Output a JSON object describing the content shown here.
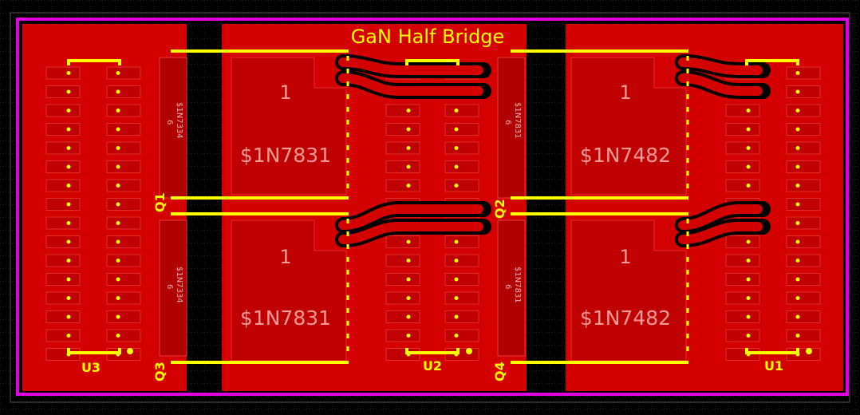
{
  "title": "GaN Half Bridge",
  "colors": {
    "background": "#000000",
    "grid": "#3a3a3a",
    "copper": "#d40000",
    "copper_dark": "#b00000",
    "silk": "#ffff00",
    "outline": "#e000e0",
    "pad_text": "#ff9a9a",
    "small_text": "#ffb0b0"
  },
  "modules": [
    {
      "pad_number": "1",
      "part_label": "$1N7831"
    },
    {
      "pad_number": "1",
      "part_label": "$1N7831"
    },
    {
      "pad_number": "1",
      "part_label": "$1N7482"
    },
    {
      "pad_number": "1",
      "part_label": "$1N7482"
    }
  ],
  "small_labels": [
    {
      "line1": "$1N7334",
      "line2": "6"
    },
    {
      "line1": "$1N7334",
      "line2": "6"
    },
    {
      "line1": "$1N7831",
      "line2": "6"
    },
    {
      "line1": "$1N7831",
      "line2": "6"
    }
  ],
  "refdes": {
    "Q1": "Q1",
    "Q2": "Q2",
    "Q3": "Q3",
    "Q4": "Q4",
    "U1": "U1",
    "U2": "U2",
    "U3": "U3"
  },
  "icons": [
    "pin1-dot-icon",
    "via-icon"
  ]
}
